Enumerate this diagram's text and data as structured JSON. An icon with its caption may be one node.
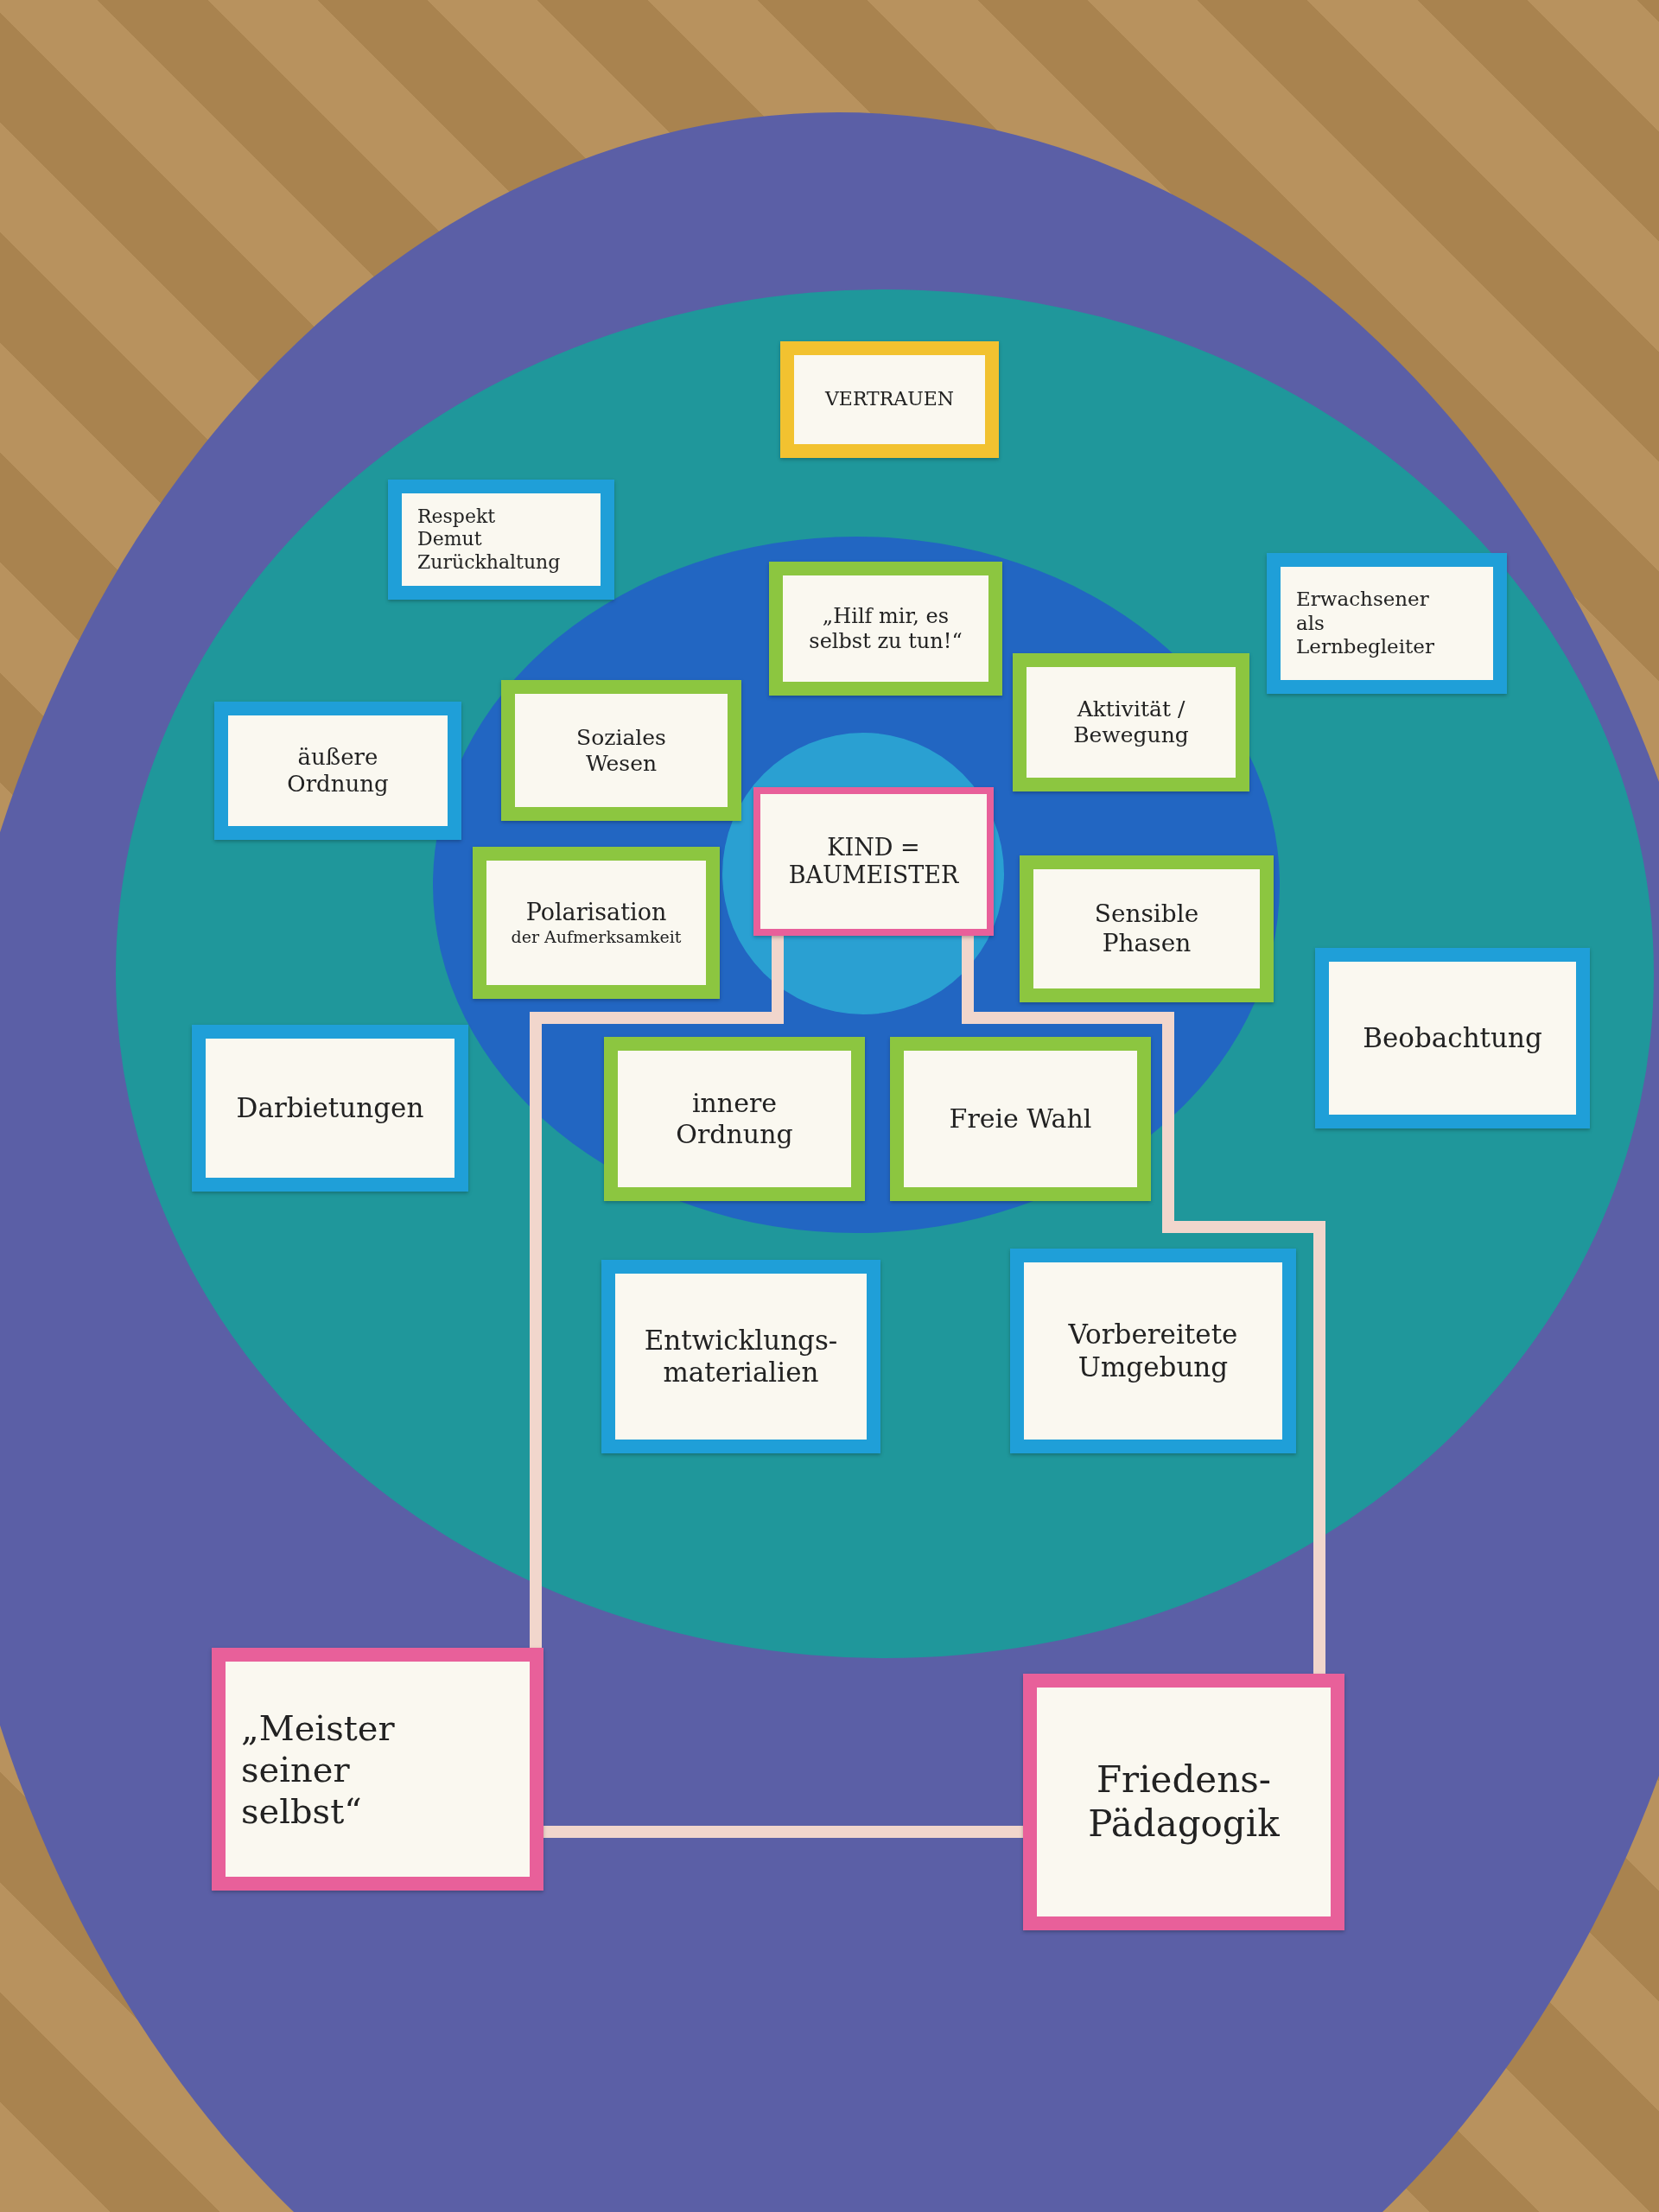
{
  "diagram": {
    "nodes": [
      {
        "text": [],
        "shape": "circle"
      },
      {
        "text": [],
        "shape": "circle",
        "in": 0
      },
      {
        "text": [],
        "shape": "circle",
        "in": 1
      },
      {
        "text": [
          "VERTRAUEN"
        ],
        "in": 0
      },
      {
        "text": [
          "Respekt Demut Zurückhaltung"
        ],
        "in": 0
      },
      {
        "text": [
          "„Hilf mir, es selbst zu tun!“"
        ],
        "in": 1
      },
      {
        "text": [
          "Erwachsener als Lernbegleiter"
        ],
        "in": 0
      },
      {
        "text": [
          "Soziales Wesen"
        ],
        "in": 1
      },
      {
        "text": [
          "Aktivität / Bewegung"
        ],
        "in": 1
      },
      {
        "text": [
          "äußere Ordnung"
        ],
        "in": 0
      },
      {
        "text": [
          "KIND = BAUMEISTER"
        ],
        "in": 2
      },
      {
        "text": [
          "Polarisation",
          "der Aufmerksamkeit"
        ],
        "in": 1
      },
      {
        "text": [
          "Sensible Phasen"
        ],
        "in": 1
      },
      {
        "text": [
          "Beobachtung"
        ],
        "in": 0
      },
      {
        "text": [
          "Darbietungen"
        ],
        "in": 0
      },
      {
        "text": [
          "innere Ordnung"
        ],
        "in": 1
      },
      {
        "text": [
          "Freie Wahl"
        ],
        "in": 1
      },
      {
        "text": [
          "Entwicklungs- materialien"
        ],
        "in": 0
      },
      {
        "text": [
          "Vorbereitete Umgebung"
        ],
        "in": 0
      },
      {
        "text": [
          "„Meister seiner selbst“"
        ]
      },
      {
        "text": [
          "Friedens- Pädagogik"
        ]
      }
    ],
    "edges": [
      {
        "from": 10,
        "to": 19,
        "arrow": "none"
      },
      {
        "from": 10,
        "to": 20,
        "arrow": "none"
      },
      {
        "from": 19,
        "to": 20,
        "arrow": "none"
      }
    ]
  }
}
